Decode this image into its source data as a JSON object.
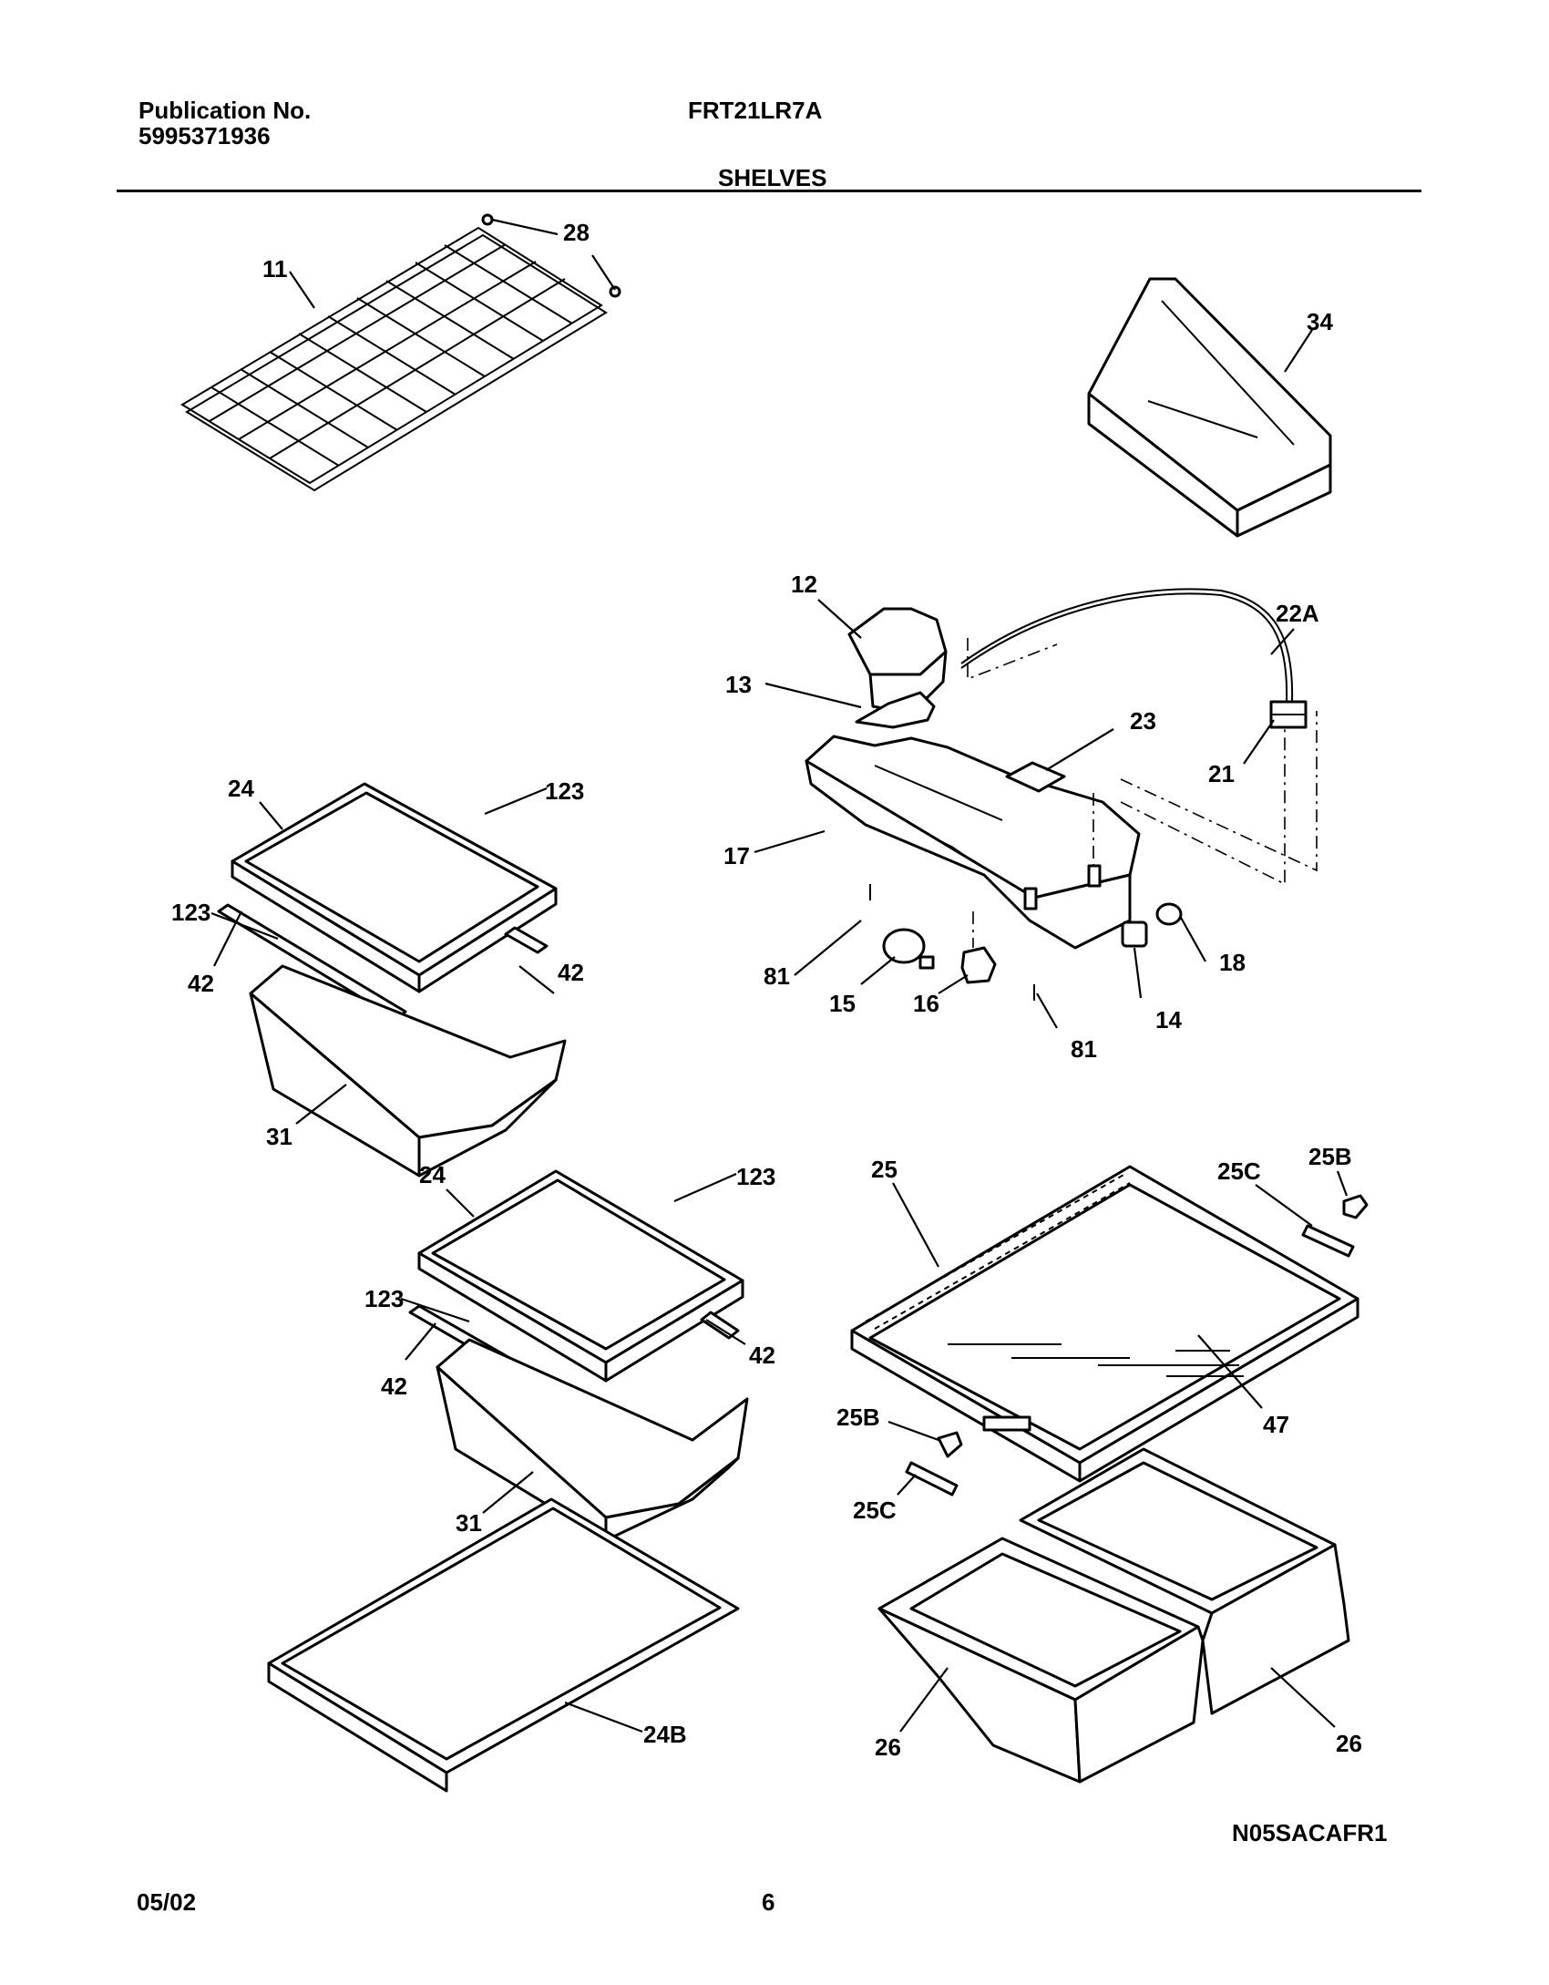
{
  "header": {
    "publication_label": "Publication No.",
    "publication_number": "5995371936",
    "model": "FRT21LR7A",
    "section": "SHELVES"
  },
  "footer": {
    "date": "05/02",
    "page": "6"
  },
  "diagram": {
    "code": "N05SACAFR1",
    "labels": [
      "11",
      "28",
      "34",
      "12",
      "13",
      "22A",
      "23",
      "21",
      "17",
      "81",
      "15",
      "16",
      "81",
      "14",
      "18",
      "24",
      "123",
      "123",
      "42",
      "42",
      "31",
      "24",
      "123",
      "123",
      "42",
      "42",
      "31",
      "24B",
      "25",
      "25C",
      "25B",
      "47",
      "25B",
      "25C",
      "26",
      "26"
    ]
  }
}
